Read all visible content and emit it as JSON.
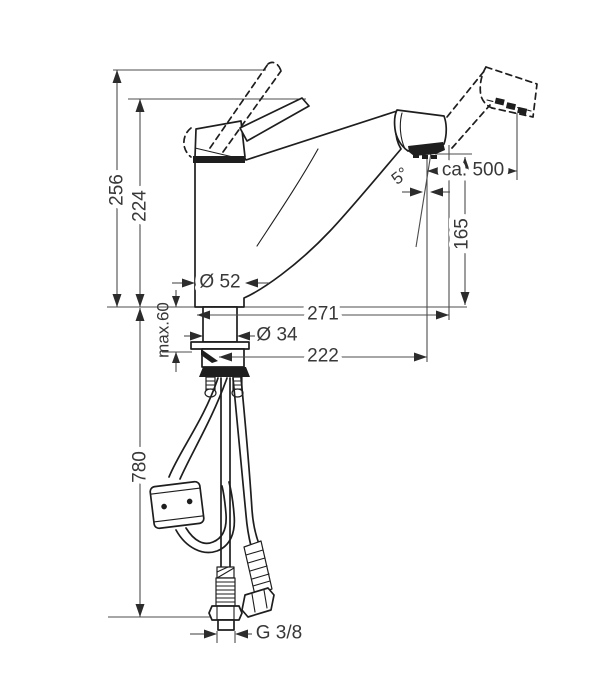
{
  "page": {
    "background": "#ffffff",
    "line_color": "#1e1e1e",
    "dimension_line_color": "#4d4d4d",
    "text_color": "#383838"
  },
  "drawing": {
    "type": "technical-dimension-drawing",
    "subject": "single-lever kitchen mixer tap with pull-out spray, side view with installation dimensions, dashed lines show raised lever and extended spray positions",
    "dimensions": {
      "lever_raised_height": "256",
      "total_height": "224",
      "spout_angle": "5°",
      "pullout_reach": "ca. 500",
      "outlet_height": "165",
      "base_diameter": "Ø 52",
      "overall_projection": "271",
      "max_counter_thickness": "max.60",
      "shaft_diameter": "Ø 34",
      "spout_reach": "222",
      "hose_drop_length": "780",
      "connection_thread": "G 3/8"
    }
  }
}
